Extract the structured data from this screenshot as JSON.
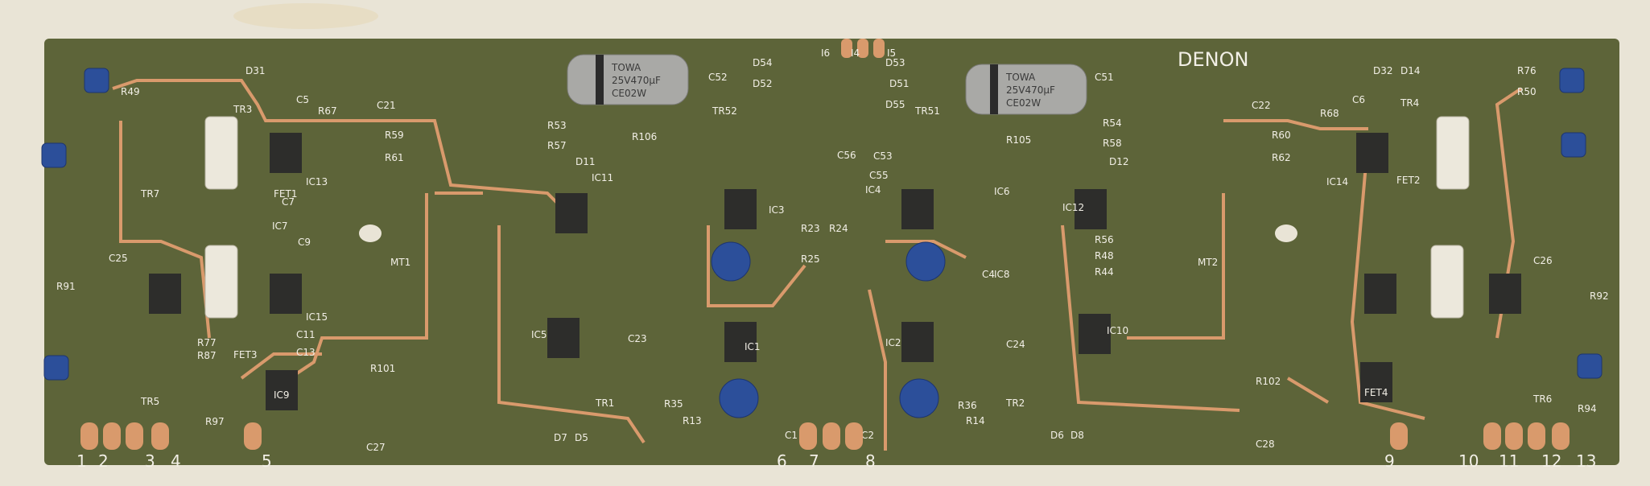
{
  "board": {
    "brand": "DENON",
    "mount_labels": [
      "MT1",
      "MT2"
    ],
    "capacitor_big": {
      "maker": "TOWA",
      "series": "CE02W",
      "rating": "25V470μF",
      "labels": [
        "C52",
        "C51"
      ]
    },
    "ic_labels": [
      "IC1",
      "IC2",
      "IC3",
      "IC4",
      "IC5",
      "IC6",
      "IC7",
      "IC8",
      "IC9",
      "IC10",
      "IC11",
      "IC12",
      "IC13",
      "IC14",
      "IC15"
    ],
    "transistor_labels": [
      "TR1",
      "TR2",
      "TR3",
      "TR4",
      "TR5",
      "TR6",
      "TR7",
      "TR51",
      "TR52"
    ],
    "fet_labels": [
      "FET1",
      "FET2",
      "FET3",
      "FET4"
    ],
    "resistor_labels": [
      "R49",
      "R67",
      "R59",
      "R61",
      "R53",
      "R57",
      "R106",
      "R105",
      "R54",
      "R58",
      "R60",
      "R62",
      "R68",
      "R76",
      "R50",
      "R101",
      "R102",
      "R77",
      "R87",
      "R97",
      "R94",
      "R92",
      "R91",
      "R13",
      "R14",
      "R36",
      "R35",
      "R44",
      "R48",
      "R56",
      "R23",
      "R24",
      "R25"
    ],
    "cap_labels": [
      "C21",
      "C22",
      "C27",
      "C28",
      "C5",
      "C6",
      "C7",
      "C9",
      "C11",
      "C13",
      "C23",
      "C24",
      "C25",
      "C26",
      "C1",
      "C2",
      "C4",
      "C53",
      "C55",
      "C56"
    ],
    "diode_labels": [
      "D54",
      "D52",
      "D53",
      "D51",
      "D55",
      "D31",
      "D32",
      "D14",
      "D7",
      "D5",
      "D6",
      "D8",
      "D11",
      "D12"
    ],
    "jumper_labels": [
      "I6",
      "I4",
      "I5"
    ],
    "pad_numbers": [
      "1",
      "2",
      "3",
      "4",
      "5",
      "6",
      "7",
      "8",
      "9",
      "10",
      "11",
      "12",
      "13"
    ],
    "colors": {
      "board": "#5d6439",
      "copper": "#d99a6c",
      "silk": "#f2efe6",
      "trimpot": "#2c4f9a",
      "cloth": "#e9e4d6"
    }
  }
}
